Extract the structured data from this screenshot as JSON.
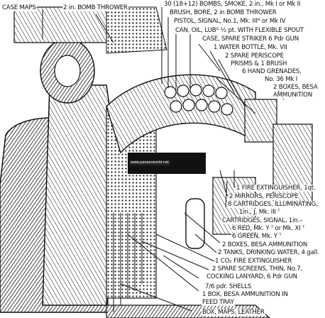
{
  "callouts": {
    "case_maps": "CASE MAPS",
    "bomb_thrower": "2 in. BOMB THROWER",
    "bombs_smoke": "30 (18+12) BOMBS, SMOKE, 2 in., Mk I or Mk II",
    "brush_bore": "BRUSH, BORE, 2 in BOMB THROWER",
    "pistol_signal": "PISTOL, SIGNAL, No.1, Mk. IIIᴴ or Mk IV",
    "can_oil": "CAN, OIL, LUBᴳ ½ pt. WITH FLEXIBLE SPOUT",
    "case_spare_striker": "CASE, SPARE STRIKER 6 Pdr GUN",
    "water_bottle": "1 WATER BOTTLE, Mk. VII",
    "spare_periscope": "2 SPARE PERISCOPE",
    "prisms_brush": "PRISMS & 1 BRUSH",
    "hand_grenades": "6 HAND GRENADES,",
    "grenade_no": "No. 36 Mk I",
    "boxes_besa_1": "2 BOXES, BESA",
    "ammunition_1": "AMMUNITION",
    "fire_ext": "1 FIRE EXTINGUISHER, 1qt.",
    "mirrors_periscope": "2 MIRRORS, PERISCOPE",
    "cartridges_illum": "8 CARTRIDGES, ILLUMINATING,",
    "cartridges_illum_spec": "1in., J, Mk. III ᵀ",
    "cartridges_signal": "CARTRIDGES, SIGNAL, 1in.–",
    "red_signal": "6 RED, Mk. Y ᵀ or Mk. XI ᵀ",
    "green_signal": "6 GREEN, Mk. Y ᵀ",
    "boxes_besa_2": "2 BOXES, BESA AMMUNITION",
    "tanks_water": "2 TANKS, DRINKING WATER, 4 gall.",
    "co2_ext": "1 CO₂ FIRE EXTINGUISHER",
    "spare_screens": "2 SPARE SCREENS, THIN, No.7,",
    "cocking_lanyard": "COCKING LANYARD, 6 Pdr GUN",
    "shells": "7/6 pdr. SHELLS",
    "box_besa_feed": "1 BOX, BESA AMMUNITION IN",
    "feed_tray": "FEED TRAY",
    "box_maps": "BOX, MAPS, LEATHER"
  },
  "watermark": "www.panzerworld.net",
  "palette": {
    "ink": "#111111",
    "paper": "#ffffff"
  }
}
